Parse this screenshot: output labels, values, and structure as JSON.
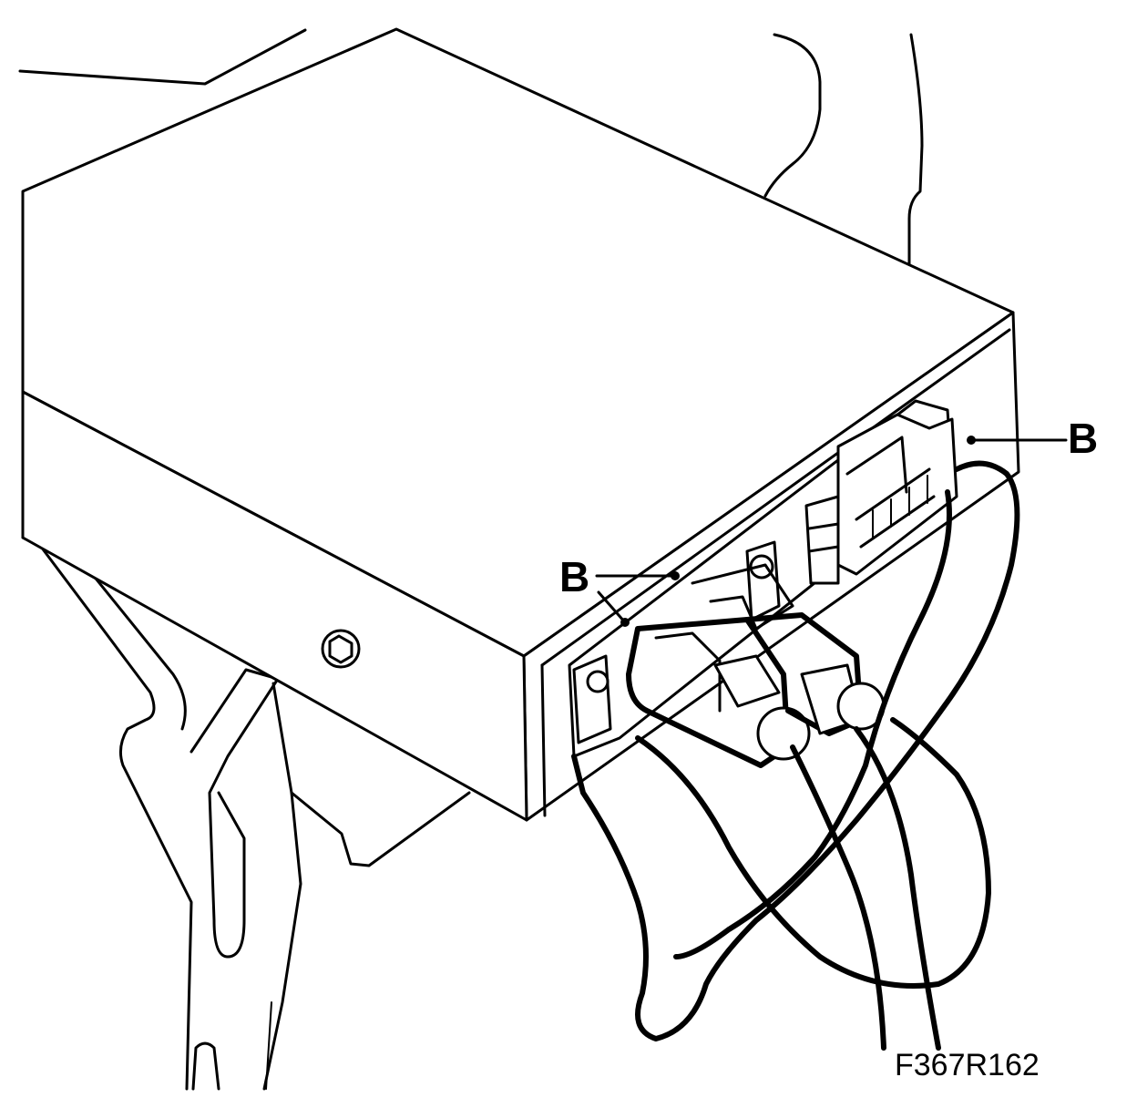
{
  "diagram": {
    "callouts": {
      "right": "B",
      "left": "B"
    },
    "figure_code": "F367R162"
  },
  "colors": {
    "line": "#000000",
    "background": "#ffffff"
  }
}
